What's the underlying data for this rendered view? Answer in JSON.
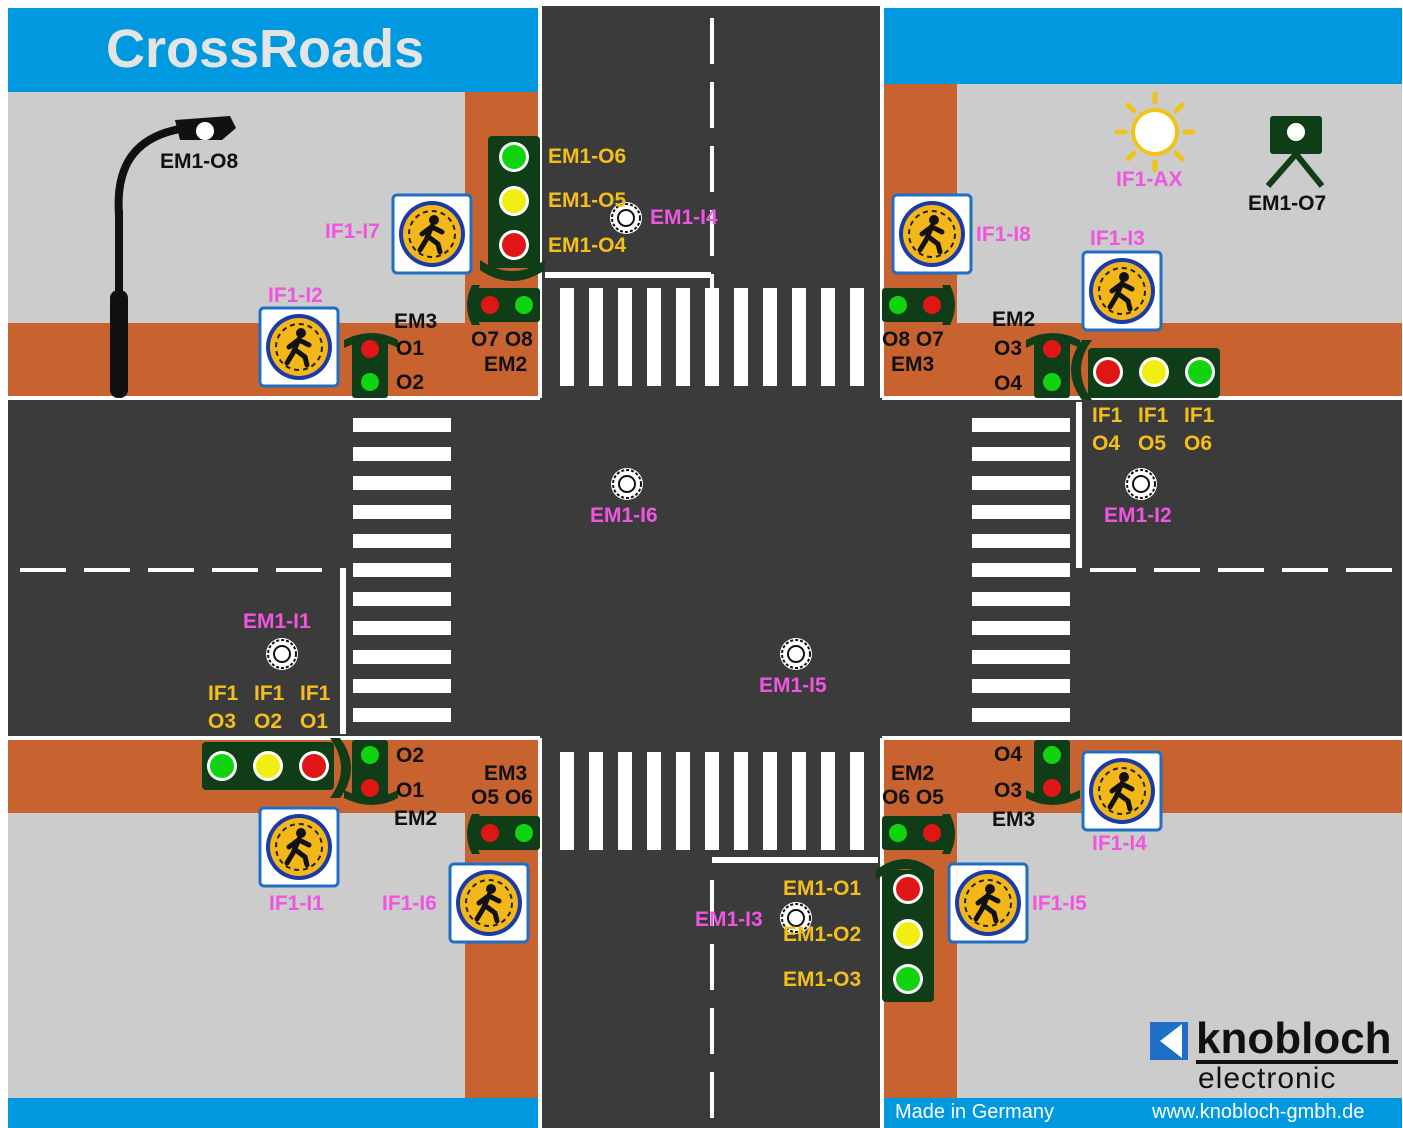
{
  "app_title": "CrossRoads",
  "footer": {
    "made_in": "Made in Germany",
    "website": "www.knobloch-gmbh.de"
  },
  "brand": {
    "name": "knobloch",
    "sub": "electronic"
  },
  "colors": {
    "road": "#3b3b3b",
    "sidewalk": "#cccccc",
    "curb": "#c8622e",
    "sky": "#0099e0",
    "signal_green": "#11d411",
    "signal_yellow": "#f0ee10",
    "signal_red": "#e01515",
    "signal_housing": "#0e3d18",
    "input_label": "#f055e0",
    "output_label": "#f5bf1a"
  },
  "labels": {
    "em1_o8": "EM1-O8",
    "em1_o7": "EM1-O7",
    "if1_ax": "IF1-AX",
    "em1_o6": "EM1-O6",
    "em1_o5": "EM1-O5",
    "em1_o4": "EM1-O4",
    "em1_o1": "EM1-O1",
    "em1_o2": "EM1-O2",
    "em1_o3": "EM1-O3",
    "em1_i1": "EM1-I1",
    "em1_i2": "EM1-I2",
    "em1_i3": "EM1-I3",
    "em1_i4": "EM1-I4",
    "em1_i5": "EM1-I5",
    "em1_i6": "EM1-I6",
    "if1_i1": "IF1-I1",
    "if1_i2": "IF1-I2",
    "if1_i3": "IF1-I3",
    "if1_i4": "IF1-I4",
    "if1_i5": "IF1-I5",
    "if1_i6": "IF1-I6",
    "if1_i7": "IF1-I7",
    "if1_i8": "IF1-I8",
    "em3": "EM3",
    "em2": "EM2",
    "o1": "O1",
    "o2": "O2",
    "o3": "O3",
    "o4": "O4",
    "o7_o8": "O7 O8",
    "o8_o7": "O8 O7",
    "o5_o6": "O5 O6",
    "o6_o5": "O6 O5",
    "if1": "IF1",
    "o4_short": "O4",
    "o5_short": "O5",
    "o6_short": "O6",
    "o3_short": "O3",
    "o2_short": "O2",
    "o1_short": "O1"
  }
}
